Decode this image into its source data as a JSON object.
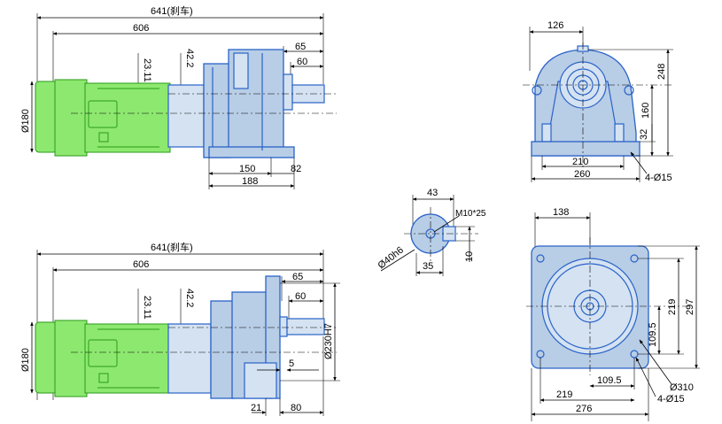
{
  "views": {
    "top_side": {
      "labels": {
        "overall": "641(刹车)",
        "motor_len": "606",
        "d65": "65",
        "d60": "60",
        "h23": "23.11",
        "h42": "42.2",
        "dia": "Ø180",
        "d150": "150",
        "d82": "82",
        "d188": "188"
      }
    },
    "bottom_side": {
      "labels": {
        "overall": "641(刹车)",
        "motor_len": "606",
        "d65": "65",
        "d60": "60",
        "h23": "23.11",
        "h42": "42.2",
        "dia": "Ø180",
        "flange": "Ø230H7",
        "d5": "5",
        "d21": "21",
        "d80": "80"
      }
    },
    "front": {
      "labels": {
        "d126": "126",
        "d248": "248",
        "d160": "160",
        "d32": "32",
        "d210": "210",
        "d260": "260",
        "holes": "4-Ø15"
      }
    },
    "shaft": {
      "labels": {
        "d43": "43",
        "thread": "M10*25",
        "dia": "Ø40h6",
        "d35": "35",
        "d10": "10"
      }
    },
    "flange_face": {
      "labels": {
        "d138": "138",
        "d219v": "219",
        "d297": "297",
        "d1095v": "109.5",
        "d1095h": "109.5",
        "d219h": "219",
        "d310": "Ø310",
        "holes": "4-Ø15",
        "d276": "276"
      }
    }
  }
}
